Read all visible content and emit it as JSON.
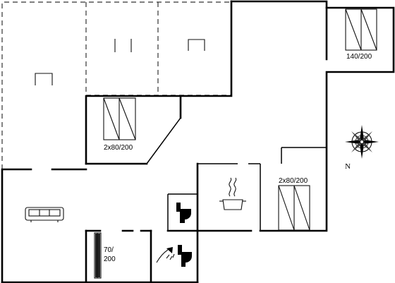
{
  "floorplan": {
    "beds": {
      "bed_top_right": "140/200",
      "bed_upper_left": "2x80/200",
      "bed_right": "2x80/200",
      "bed_bottom_line1": "70/",
      "bed_bottom_line2": "200"
    },
    "compass": {
      "north": "N"
    },
    "icons": [
      "sofa-icon",
      "toilet-icon",
      "shower-icon",
      "cooking-pot-icon",
      "compass-rose-icon",
      "bed-icon"
    ]
  }
}
